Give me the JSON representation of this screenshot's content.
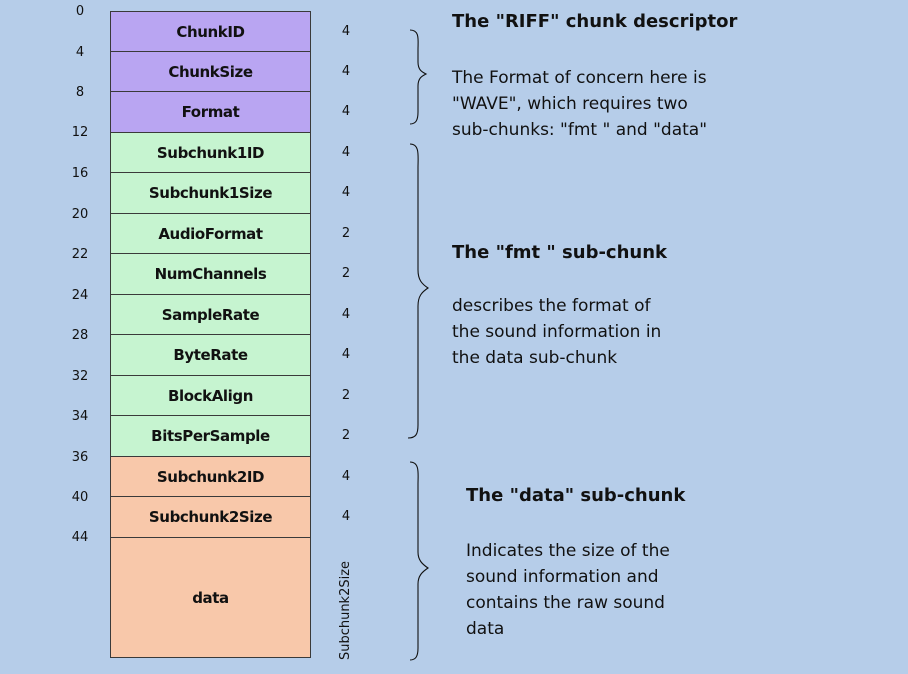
{
  "colors": {
    "background": "#b6cde9",
    "riff": "#b9a5f2",
    "fmt": "#c6f4d0",
    "data": "#f8c8aa",
    "border": "#3a3a3a"
  },
  "offsets": [
    "0",
    "4",
    "8",
    "12",
    "16",
    "20",
    "22",
    "24",
    "28",
    "32",
    "34",
    "36",
    "40",
    "44"
  ],
  "fields": [
    {
      "label": "ChunkID",
      "size": "4",
      "group": "riff"
    },
    {
      "label": "ChunkSize",
      "size": "4",
      "group": "riff"
    },
    {
      "label": "Format",
      "size": "4",
      "group": "riff"
    },
    {
      "label": "Subchunk1ID",
      "size": "4",
      "group": "fmt"
    },
    {
      "label": "Subchunk1Size",
      "size": "4",
      "group": "fmt"
    },
    {
      "label": "AudioFormat",
      "size": "2",
      "group": "fmt"
    },
    {
      "label": "NumChannels",
      "size": "2",
      "group": "fmt"
    },
    {
      "label": "SampleRate",
      "size": "4",
      "group": "fmt"
    },
    {
      "label": "ByteRate",
      "size": "4",
      "group": "fmt"
    },
    {
      "label": "BlockAlign",
      "size": "2",
      "group": "fmt"
    },
    {
      "label": "BitsPerSample",
      "size": "2",
      "group": "fmt"
    },
    {
      "label": "Subchunk2ID",
      "size": "4",
      "group": "data"
    },
    {
      "label": "Subchunk2Size",
      "size": "4",
      "group": "data"
    },
    {
      "label": "data",
      "size": "Subchunk2Size",
      "group": "data"
    }
  ],
  "sections": {
    "riff": {
      "title": "The \"RIFF\" chunk descriptor",
      "lines": [
        "The Format of concern here is",
        "\"WAVE\", which requires two",
        "sub-chunks: \"fmt \" and \"data\""
      ]
    },
    "fmt": {
      "title": "The \"fmt \" sub-chunk",
      "lines": [
        "describes the format of",
        "the sound information in",
        "the data sub-chunk"
      ]
    },
    "data": {
      "title": "The \"data\" sub-chunk",
      "lines": [
        "Indicates the size of the",
        "sound information and",
        "contains the raw sound",
        "data"
      ]
    }
  }
}
